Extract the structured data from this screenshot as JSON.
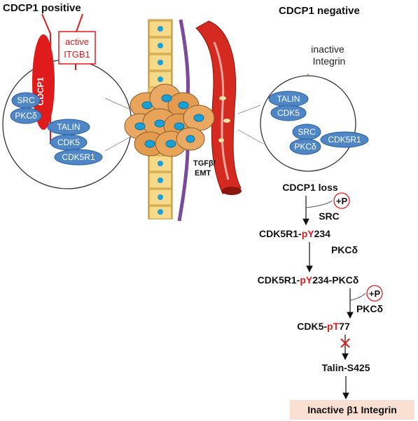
{
  "headings": {
    "left": "CDCP1 positive",
    "right": "CDCP1 negative"
  },
  "left_panel": {
    "cdcp1": "CDCP1",
    "active_integrin_line1": "active",
    "active_integrin_line2": "ITGB1",
    "proteins": [
      "SRC",
      "PKCδ",
      "TALIN",
      "CDK5",
      "CDK5R1"
    ]
  },
  "center": {
    "tgf_line1": "TGFβ/",
    "tgf_line2": "EMT"
  },
  "right_panel": {
    "inactive_line1": "inactive",
    "inactive_line2": "Integrin",
    "proteins": [
      "TALIN",
      "CDK5",
      "SRC",
      "PKCδ",
      "CDK5R1"
    ]
  },
  "pathway": {
    "step1": "CDCP1 loss",
    "phospho": "+P",
    "kinase1": "SRC",
    "step2_pre": "CDK5R1-",
    "step2_mod": "pY",
    "step2_post": "234",
    "kinase2": "PKCδ",
    "step3_pre": "CDK5R1-",
    "step3_mod": "pY",
    "step3_post": "234-PKCδ",
    "kinase3": "PKCδ",
    "step4_pre": "CDK5-",
    "step4_mod": "pT",
    "step4_post": "77",
    "step5": "Talin-S425",
    "result": "Inactive β1 Integrin"
  },
  "colors": {
    "protein_fill": "#4f86c6",
    "protein_stroke": "#2a5f9c",
    "accent_red": "#e01b1b",
    "result_box": "#f9e0d2",
    "vessel_red": "#d42a20",
    "cell_orange": "#e8a55a",
    "nucleus_blue": "#1aa0d8"
  }
}
